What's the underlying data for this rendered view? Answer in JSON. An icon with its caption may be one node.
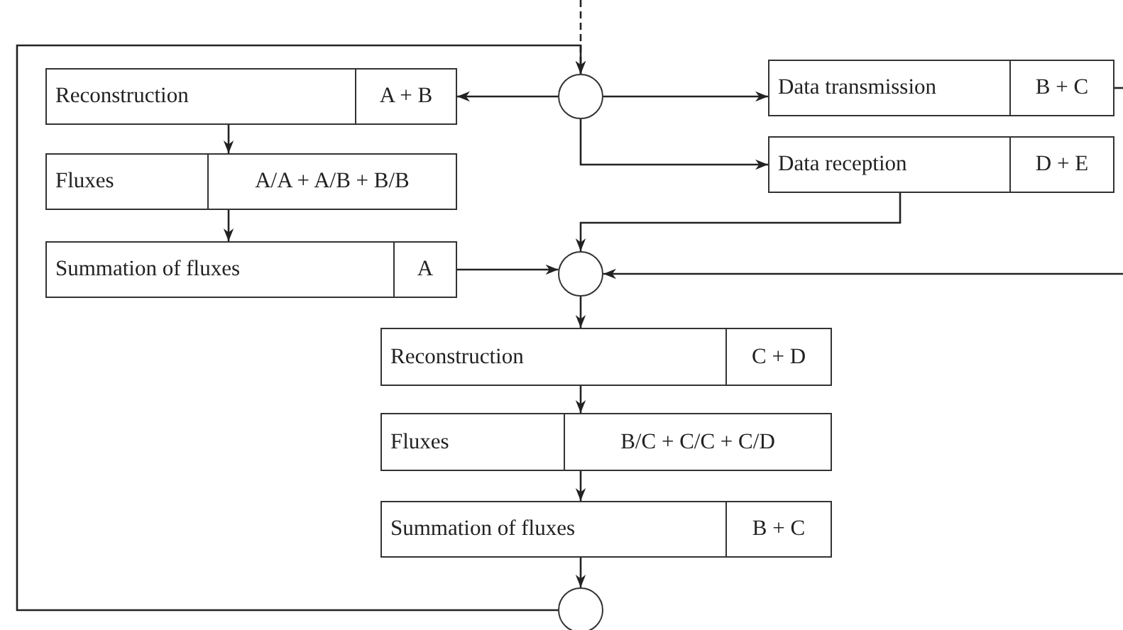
{
  "diagram": {
    "nodes": [
      {
        "text": [],
        "shape": "circle"
      },
      {
        "text": [
          "Reconstruction",
          "A + B"
        ]
      },
      {
        "text": [
          "Fluxes",
          "A/A + A/B + B/B"
        ]
      },
      {
        "text": [
          "Summation of fluxes",
          "A"
        ]
      },
      {
        "text": [
          "Data transmission",
          "B + C"
        ]
      },
      {
        "text": [
          "Data reception",
          "D + E"
        ]
      },
      {
        "text": [],
        "shape": "circle"
      },
      {
        "text": [
          "Reconstruction",
          "C + D"
        ]
      },
      {
        "text": [
          "Fluxes",
          "B/C + C/C + C/D"
        ]
      },
      {
        "text": [
          "Summation of fluxes",
          "B + C"
        ]
      },
      {
        "text": [],
        "shape": "circle"
      }
    ],
    "edges": [
      {
        "from": null,
        "to": 0,
        "arrow": "to",
        "style": "dashed"
      },
      {
        "from": 10,
        "to": 0,
        "arrow": "to"
      },
      {
        "from": 0,
        "to": 1,
        "arrow": "to"
      },
      {
        "from": 0,
        "to": 4,
        "arrow": "to"
      },
      {
        "from": 0,
        "to": 5,
        "arrow": "to"
      },
      {
        "from": 1,
        "to": 2,
        "arrow": "to"
      },
      {
        "from": 2,
        "to": 3,
        "arrow": "to"
      },
      {
        "from": 3,
        "to": 6,
        "arrow": "to"
      },
      {
        "from": 5,
        "to": 6,
        "arrow": "to"
      },
      {
        "from": 4,
        "to": null,
        "arrow": "none"
      },
      {
        "from": null,
        "to": 6,
        "arrow": "to"
      },
      {
        "from": 6,
        "to": 7,
        "arrow": "to"
      },
      {
        "from": 7,
        "to": 8,
        "arrow": "to"
      },
      {
        "from": 8,
        "to": 9,
        "arrow": "to"
      },
      {
        "from": 9,
        "to": 10,
        "arrow": "to"
      }
    ]
  }
}
